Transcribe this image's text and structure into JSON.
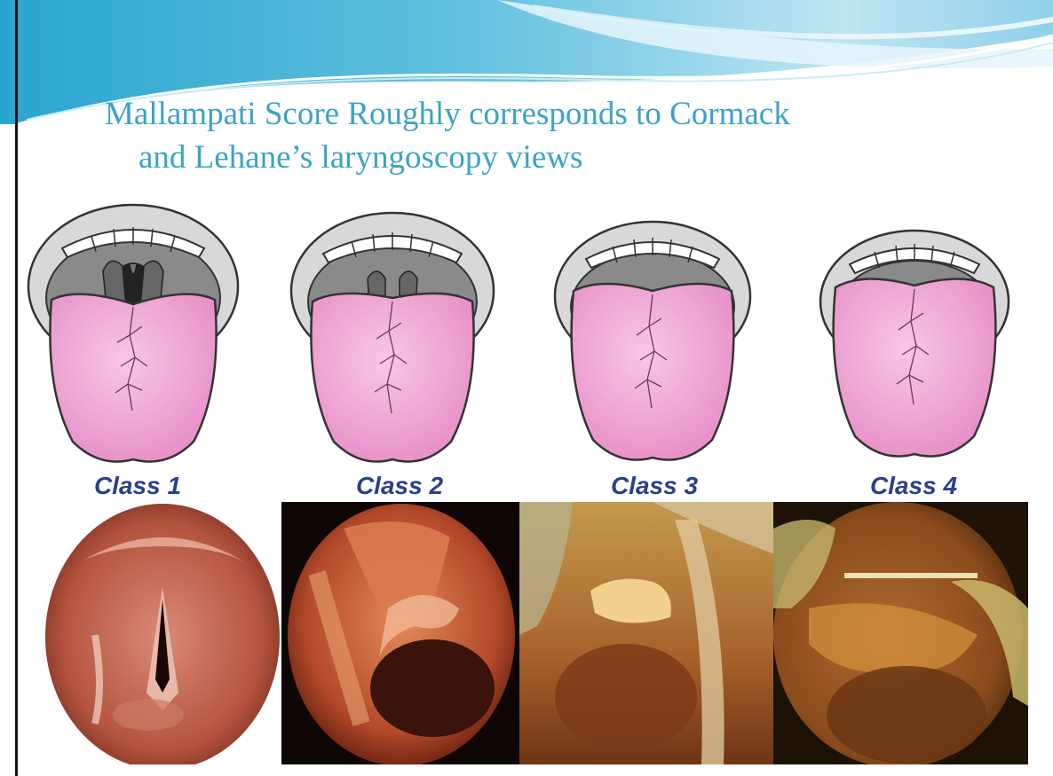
{
  "slide": {
    "title_line1": "Mallampati Score Roughly corresponds to Cormack",
    "title_line2": "and Lehane’s laryngoscopy views"
  },
  "classes": [
    {
      "label": "Class 1",
      "scope_image": "laryngoscopy-view-grade-1"
    },
    {
      "label": "Class 2",
      "scope_image": "laryngoscopy-view-grade-2"
    },
    {
      "label": "Class 3",
      "scope_image": "laryngoscopy-view-grade-3"
    },
    {
      "label": "Class 4",
      "scope_image": "laryngoscopy-view-grade-4"
    }
  ],
  "colors": {
    "title": "#3aa3c7",
    "class_label": "#2a3f8c",
    "tongue": "#f0a6d4",
    "header_wave": "#9fd6ea"
  }
}
